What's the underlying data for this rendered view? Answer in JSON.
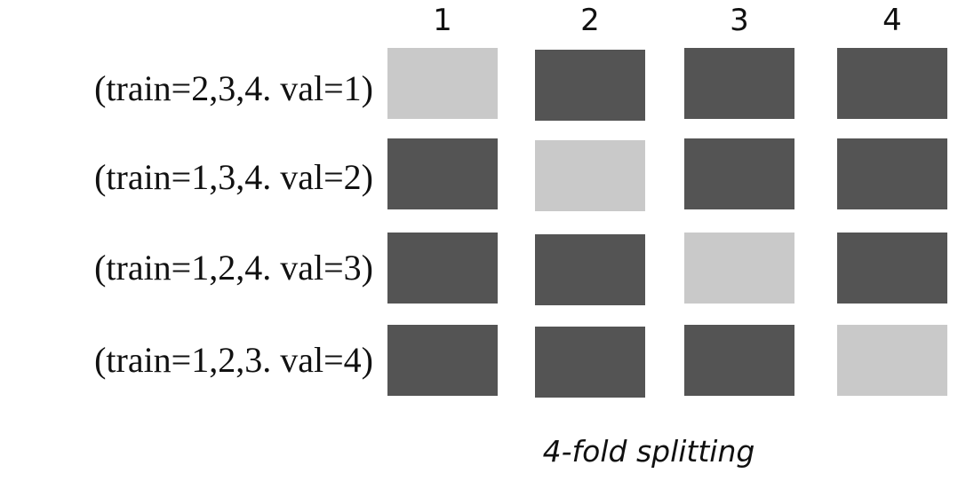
{
  "columns": [
    "1",
    "2",
    "3",
    "4"
  ],
  "rows": [
    {
      "label": "(train=2,3,4. val=1)",
      "val_fold": 1
    },
    {
      "label": "(train=1,3,4. val=2)",
      "val_fold": 2
    },
    {
      "label": "(train=1,2,4. val=3)",
      "val_fold": 3
    },
    {
      "label": "(train=1,2,3. val=4)",
      "val_fold": 4
    }
  ],
  "caption": "4-fold splitting",
  "colors": {
    "train": "#545454",
    "val": "#c9c9c9"
  }
}
